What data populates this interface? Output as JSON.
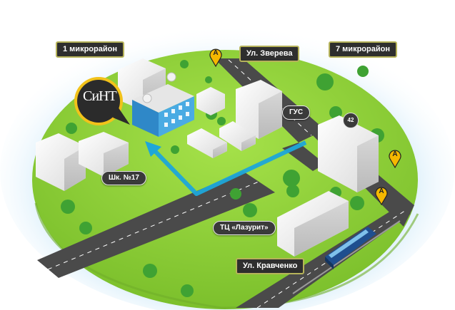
{
  "labels": {
    "district_1": "1 микрорайон",
    "district_7": "7 микрорайон",
    "street_zvereva": "Ул. Зверева",
    "street_kravchenko": "Ул. Кравченко"
  },
  "places": {
    "school": "Шк. №17",
    "gus": "ГУС",
    "mall": "ТЦ «Лазурит»",
    "house_number": "42"
  },
  "logo": {
    "text": "СиНТ"
  },
  "stops": [
    {
      "letter": "А"
    },
    {
      "letter": "А"
    },
    {
      "letter": "А"
    }
  ],
  "colors": {
    "grass": "#8fd13a",
    "road": "#4a4a4a",
    "route": "#1ea6d9",
    "office": "#3b9fd8",
    "label_border": "#b6b35a",
    "pin": "#f5b800"
  },
  "icons": {
    "stop_marker": "bus-stop-pin-icon",
    "route": "route-arrow-icon",
    "tram": "tram-icon"
  }
}
